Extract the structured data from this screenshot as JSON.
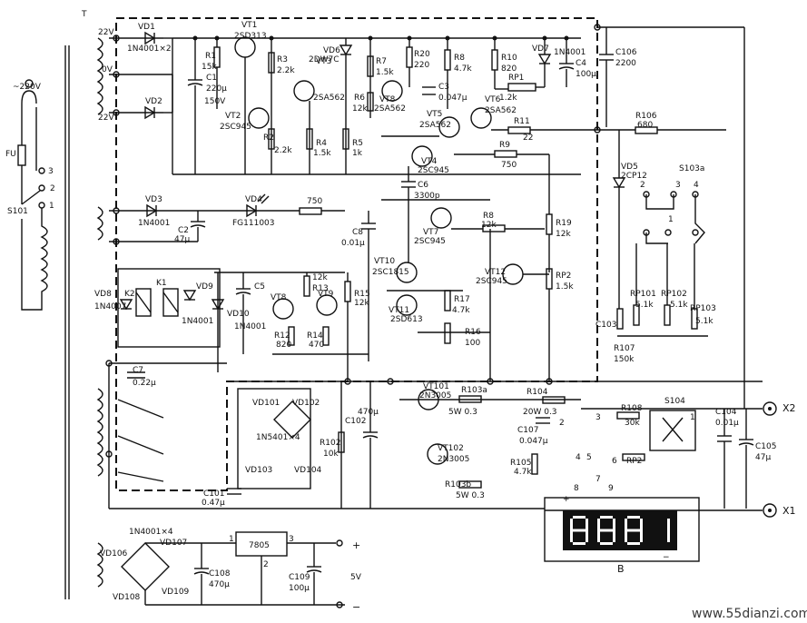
{
  "power": {
    "mains": "~220V",
    "fuse": "FU",
    "switch": "S101",
    "switch_pins": [
      "1",
      "2",
      "3"
    ]
  },
  "taps": {
    "top": "22V",
    "mid": "0V",
    "bottom": "22V"
  },
  "diodes": {
    "vd1": "VD1",
    "vd1_part": "1N4001×2",
    "vd2": "VD2",
    "vd3": "VD3",
    "vd3_part": "1N4001",
    "vd4": "VD4",
    "vd4_part": "FG111003",
    "vd5": "VD5",
    "vd5_part": "2CP12",
    "vd6": "VD6",
    "vd6_part": "2DW7C",
    "vd7": "VD7",
    "vd7_part": "1N4001",
    "vd8": "VD8",
    "vd8_part": "1N4007",
    "vd9": "VD9",
    "vd9_part": "1N4001",
    "vd10": "VD10",
    "vd10_part": "1N4001",
    "bridge1": [
      "VD101",
      "VD102",
      "VD103",
      "VD104"
    ],
    "bridge1_part": "1N5401×4",
    "bridge2": [
      "VD106",
      "VD107",
      "VD108",
      "VD109"
    ],
    "bridge2_part": "1N4001×4"
  },
  "transistors": {
    "vt1": "VT1",
    "vt1_part": "2SD313",
    "vt2": "VT2",
    "vt2_part": "2SC945",
    "vt3": "VT3",
    "vt3_part": "2SA562",
    "vt4": "VT4",
    "vt4_part": "2SC945",
    "vt5": "VT5",
    "vt5_part": "2SA562",
    "vt6": "VT6",
    "vt6_part": "2SA562",
    "vt7": "VT7",
    "vt7_part": "2SC945",
    "vt8": "VT8",
    "vt8_part": "2SA562",
    "vt8b": "VT8",
    "vt9": "VT9",
    "vt10": "VT10",
    "vt10_part": "2SC1815",
    "vt11": "VT11",
    "vt11_part": "2SD613",
    "vt12": "VT12",
    "vt12_part": "2SC945",
    "vt101": "VT101",
    "vt101_part": "2N3005",
    "vt102": "VT102",
    "vt102_part": "2N3005"
  },
  "resistors": {
    "r1": "R1",
    "r1_val": "15k",
    "r2": "R2",
    "r2_val": "2.2k",
    "r3": "R3",
    "r3_val": "2.2k",
    "r4": "R4",
    "r4_val": "1.5k",
    "r5": "R5",
    "r5_val": "1k",
    "r6": "R6",
    "r6_val": "12k",
    "r7": "R7",
    "r7_val": "1.5k",
    "r8": "R8",
    "r8_val": "4.7k",
    "r8b": "R8",
    "r8b_val": "12k",
    "r9": "R9",
    "r9_val": "750",
    "r10": "R10",
    "r10_val": "820",
    "r11": "R11",
    "r11_val": "22",
    "r12": "R12",
    "r12_val": "820",
    "r13": "R13",
    "r13_val": "12k",
    "r14": "R14",
    "r14_val": "470",
    "r15": "R15",
    "r15_val": "12k",
    "r16": "R16",
    "r16_val": "100",
    "r17": "R17",
    "r17_val": "4.7k",
    "r19": "R19",
    "r19_val": "12k",
    "r20": "R20",
    "r20_val": "220",
    "r750": "750",
    "r102": "R102",
    "r102_val": "10k",
    "r103a": "R103a",
    "r103a_val": "5W 0.3",
    "r103b": "R103b",
    "r103b_val": "5W 0.3",
    "r104": "R104",
    "r104_val": "20W 0.3",
    "r105": "R105",
    "r105_val": "4.7k",
    "r106": "R106",
    "r106_val": "680",
    "r107": "R107",
    "r107_val": "150k",
    "r108": "R108",
    "r108_val": "30k"
  },
  "pots": {
    "rp1": "RP1",
    "rp1_val": "1.2k",
    "rp2": "RP2",
    "rp2_val": "1.5k",
    "rp101": "RP101",
    "rp101_val": "5.1k",
    "rp102": "RP102",
    "rp102_val": "5.1k",
    "rp103": "RP103",
    "rp103_val": "5.1k",
    "rp2b": "RP2"
  },
  "capacitors": {
    "c1": "C1",
    "c1_val": "220μ",
    "c1_v": "150V",
    "c2": "C2",
    "c2_val": "47μ",
    "c3": "C3",
    "c3_val": "0.047μ",
    "c4": "C4",
    "c4_val": "100μ",
    "c5": "C5",
    "c6": "C6",
    "c6_val": "3300p",
    "c7": "C7",
    "c7_val": "0.22μ",
    "c8": "C8",
    "c8_val": "0.01μ",
    "c101": "C101",
    "c101_val": "0.47μ",
    "c102": "C102",
    "c102_val": "470μ",
    "c103": "C103",
    "c104": "C104",
    "c104_val": "0.01μ",
    "c105": "C105",
    "c105_val": "47μ",
    "c106": "C106",
    "c106_val": "2200",
    "c107": "C107",
    "c107_val": "0.047μ",
    "c108": "C108",
    "c108_val": "470μ",
    "c109": "C109",
    "c109_val": "100μ"
  },
  "relays": {
    "k1": "K1",
    "k2": "K2"
  },
  "switches": {
    "s103": "S103a",
    "s104": "S104",
    "s103_pins": [
      "1",
      "2",
      "3",
      "4"
    ],
    "s104_pins": [
      "1",
      "2",
      "3",
      "4",
      "5",
      "6",
      "7",
      "8",
      "9"
    ]
  },
  "regulator": {
    "name": "7805",
    "pins": [
      "1",
      "2",
      "3"
    ],
    "plus": "+",
    "minus": "−",
    "out": "5V"
  },
  "outputs": {
    "x1": "X1",
    "x2": "X2",
    "meter": "B",
    "display": "8881"
  },
  "watermark": "www.55dianzi.com",
  "colors": {
    "ink": "#111111",
    "background": "#ffffff",
    "display_fill": "#111111"
  }
}
